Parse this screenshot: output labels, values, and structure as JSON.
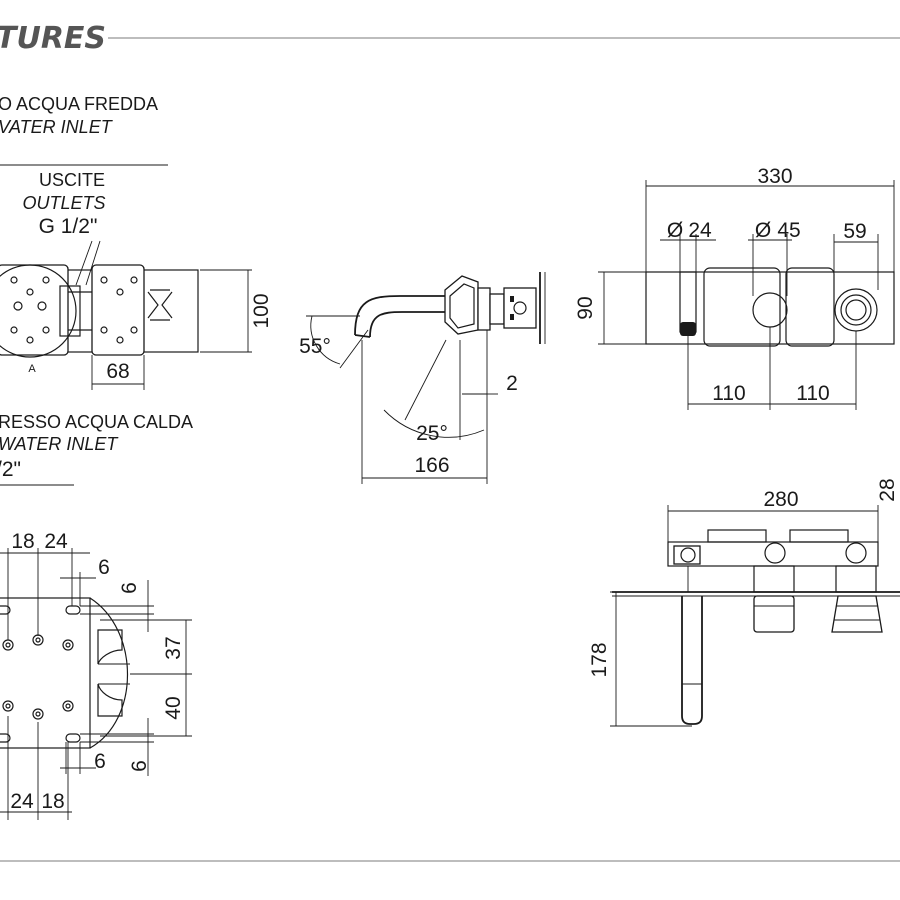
{
  "header": {
    "title": "TURES"
  },
  "labels": {
    "cold_it": "O ACQUA FREDDA",
    "cold_en": "VATER INLET",
    "outlets_it": "USCITE",
    "outlets_en": "OUTLETS",
    "outlets_thread": "G 1/2\"",
    "section_a": "A",
    "hot_it": "RESSO ACQUA CALDA",
    "hot_en": " WATER INLET",
    "hot_thread": "/2\""
  },
  "dimensions": {
    "d330": "330",
    "d24": "24",
    "d45": "45",
    "d59": "59",
    "d90": "90",
    "d110a": "110",
    "d110b": "110",
    "d100": "100",
    "d68": "68",
    "d55": "55°",
    "d25": "25°",
    "d2": "2",
    "d166": "166",
    "d280": "280",
    "d178": "178",
    "d18a": "18",
    "d24a": "24",
    "d6a": "6",
    "d6b": "6",
    "d37": "37",
    "d40": "40",
    "d6c": "6",
    "d6d": "6",
    "d24b": "24",
    "d18b": "18",
    "d28": "28"
  },
  "symbols": {
    "diameter": "Ø"
  },
  "colors": {
    "ink": "#1a1a1a",
    "rule": "#bdbdbd",
    "header": "#555555"
  }
}
